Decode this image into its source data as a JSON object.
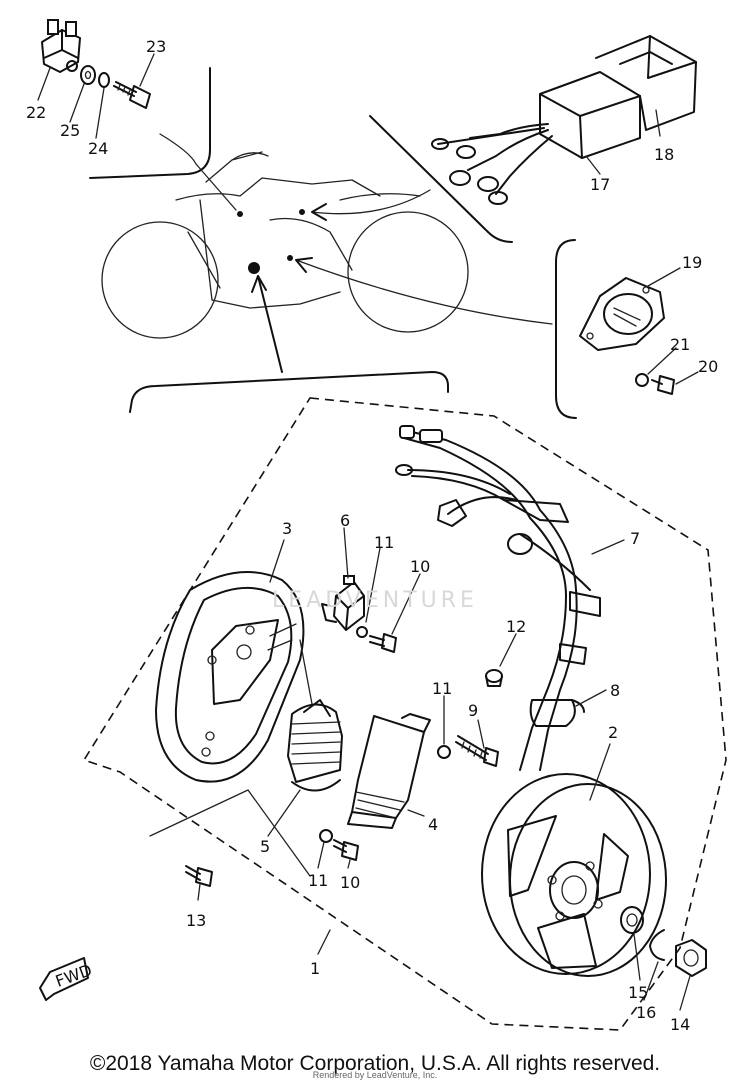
{
  "callouts": {
    "c1": "1",
    "c2": "2",
    "c3": "3",
    "c4": "4",
    "c5": "5",
    "c6": "6",
    "c7": "7",
    "c8": "8",
    "c9": "9",
    "c10a": "10",
    "c10b": "10",
    "c11a": "11",
    "c11b": "11",
    "c11c": "11",
    "c12": "12",
    "c13": "13",
    "c14": "14",
    "c15": "15",
    "c16": "16",
    "c17": "17",
    "c18": "18",
    "c19": "19",
    "c20": "20",
    "c21": "21",
    "c22": "22",
    "c23": "23",
    "c24": "24",
    "c25": "25"
  },
  "fwd_label": "FWD",
  "watermark": "LEADVENTURE",
  "watermark_credit": "Rendered by LeadVenture, Inc.",
  "copyright": "©2018 Yamaha Motor Corporation, U.S.A. All rights reserved."
}
